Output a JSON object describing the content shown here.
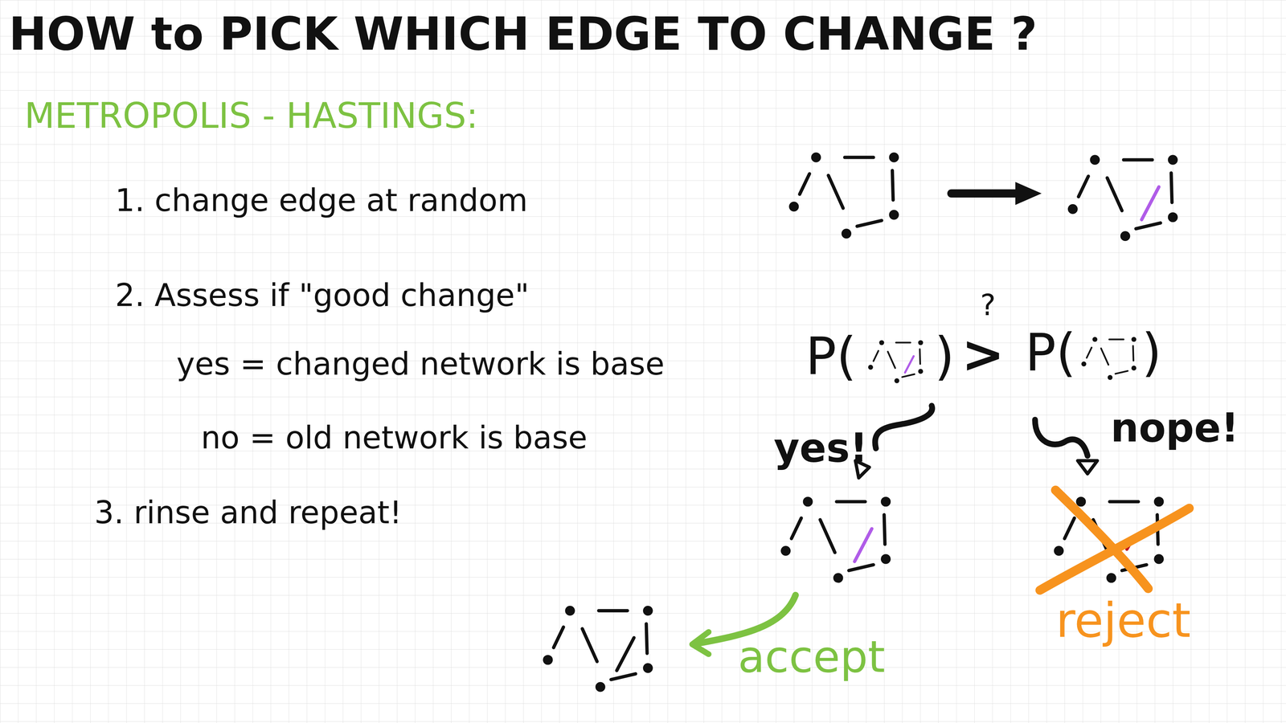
{
  "diagram": {
    "title": "HOW to PICK WHICH EDGE TO CHANGE ?",
    "labels": [
      "METROPOLIS - HASTINGS:",
      "1. change edge at random",
      "2. Assess if \"good change\"",
      "yes = changed network is base",
      "no = old network is base",
      "3. rinse and repeat!",
      "?",
      "P(",
      ")",
      ">",
      "P(",
      ")",
      "yes!",
      "nope!",
      "accept",
      "reject"
    ]
  }
}
